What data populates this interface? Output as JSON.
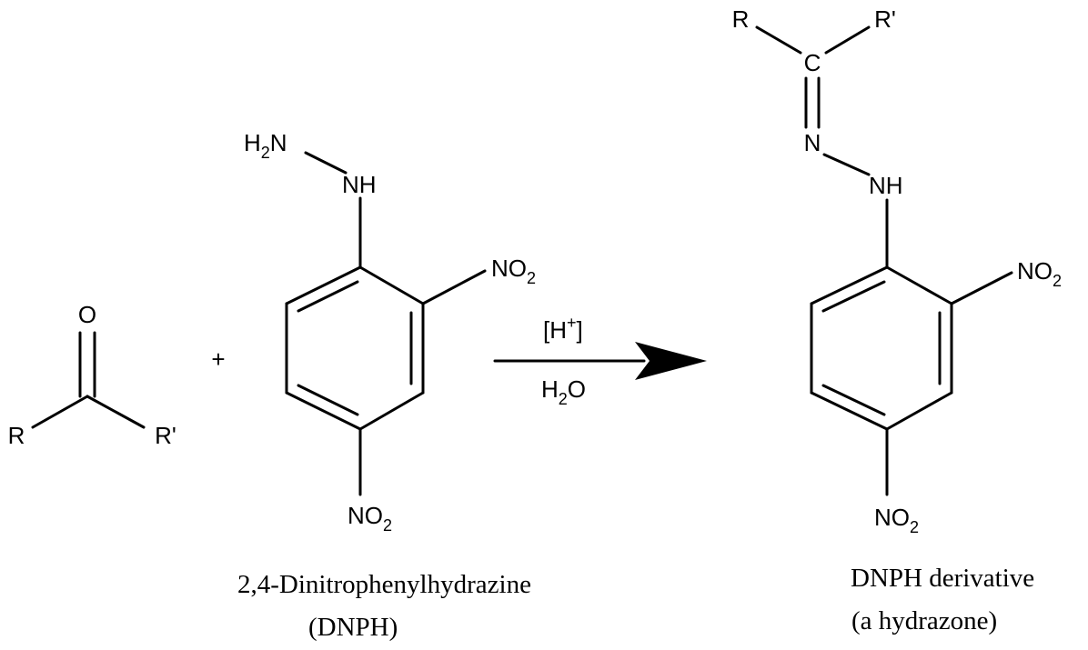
{
  "ketone": {
    "O": "O",
    "R": "R",
    "Rp": "R'"
  },
  "plus": "+",
  "dnph": {
    "nh2_H": "H",
    "nh2_2": "2",
    "nh2_N": "N",
    "NH": "NH",
    "no2_top_NO": "NO",
    "no2_top_2": "2",
    "no2_bottom_NO": "NO",
    "no2_bottom_2": "2",
    "caption_line1": "2,4-Dinitrophenylhydrazine",
    "caption_line2": "(DNPH)"
  },
  "arrow": {
    "catalyst_open": "[H",
    "catalyst_charge": "+",
    "catalyst_close": "]",
    "solvent_H": "H",
    "solvent_2": "2",
    "solvent_O": "O"
  },
  "product": {
    "R": "R",
    "Rp": "R'",
    "C": "C",
    "N": "N",
    "NH": "NH",
    "no2_top_NO": "NO",
    "no2_top_2": "2",
    "no2_bottom_NO": "NO",
    "no2_bottom_2": "2",
    "caption_line1": "DNPH derivative",
    "caption_line2": "(a hydrazone)"
  }
}
